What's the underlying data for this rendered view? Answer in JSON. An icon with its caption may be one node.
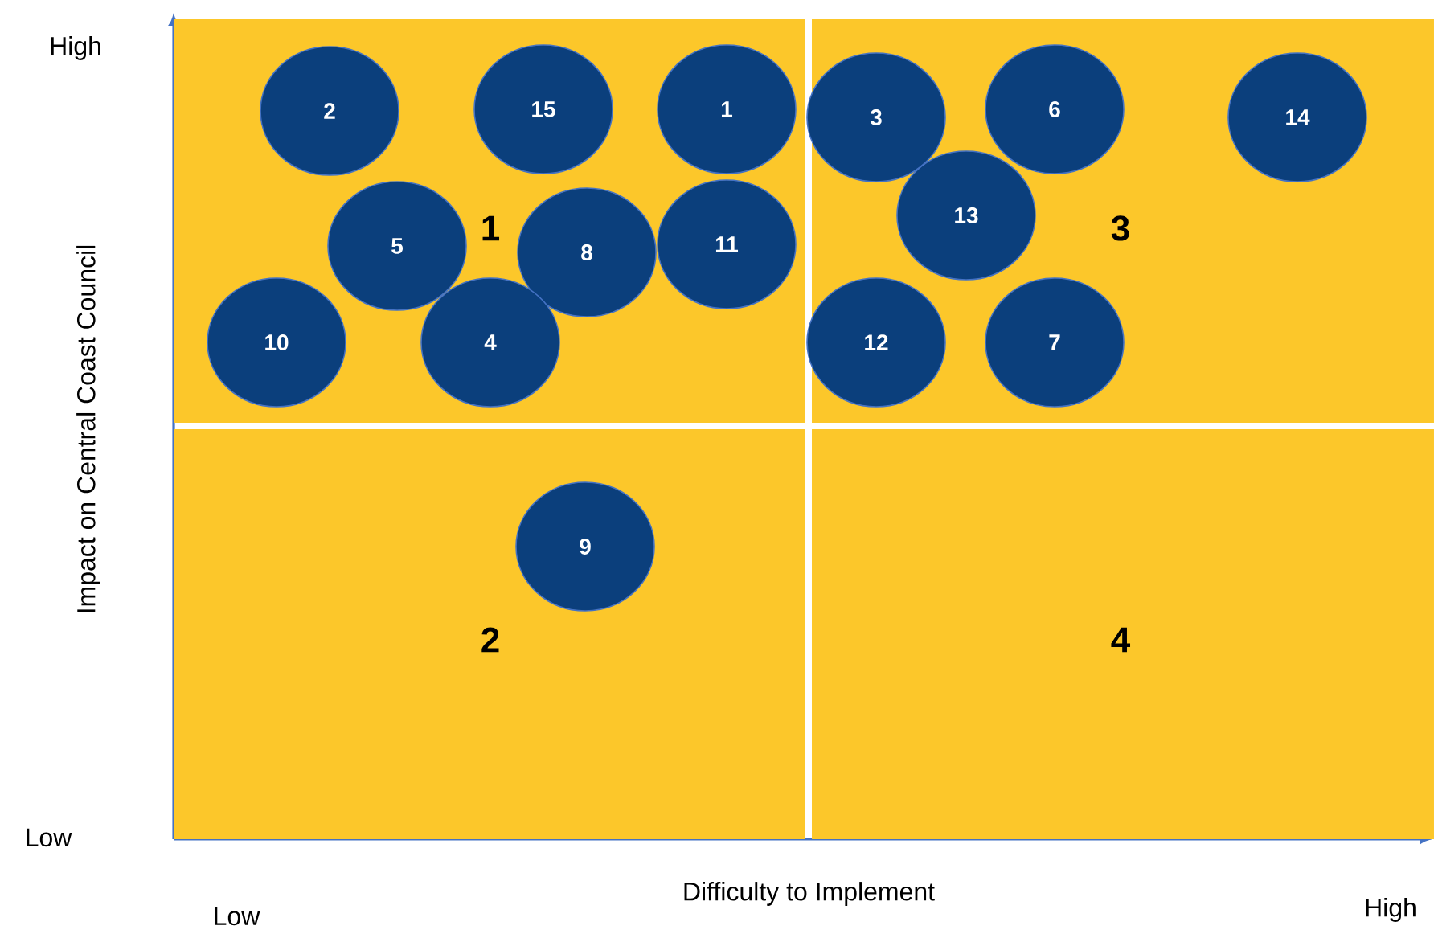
{
  "diagram": {
    "nodes": [
      {
        "text": [
          "1"
        ]
      },
      {
        "text": [
          "3"
        ]
      },
      {
        "text": [
          "2"
        ]
      },
      {
        "text": [
          "4"
        ]
      },
      {
        "text": [
          "2"
        ],
        "in": 0
      },
      {
        "text": [
          "15"
        ],
        "in": 0
      },
      {
        "text": [
          "1"
        ],
        "in": 0
      },
      {
        "text": [
          "3"
        ],
        "in": 1
      },
      {
        "text": [
          "6"
        ],
        "in": 1
      },
      {
        "text": [
          "14"
        ],
        "in": 1
      },
      {
        "text": [
          "13"
        ],
        "in": 1
      },
      {
        "text": [
          "5"
        ],
        "in": 0
      },
      {
        "text": [
          "8"
        ],
        "in": 0
      },
      {
        "text": [
          "11"
        ],
        "in": 0
      },
      {
        "text": [
          "10"
        ],
        "in": 0
      },
      {
        "text": [
          "4"
        ],
        "in": 0
      },
      {
        "text": [
          "12"
        ],
        "in": 1
      },
      {
        "text": [
          "7"
        ],
        "in": 1
      },
      {
        "text": [
          "9"
        ],
        "in": 2
      }
    ],
    "labels": [
      "High",
      "Impact on Central Coast Council",
      "Low",
      "Low",
      "Difficulty to Implement",
      "High"
    ]
  }
}
